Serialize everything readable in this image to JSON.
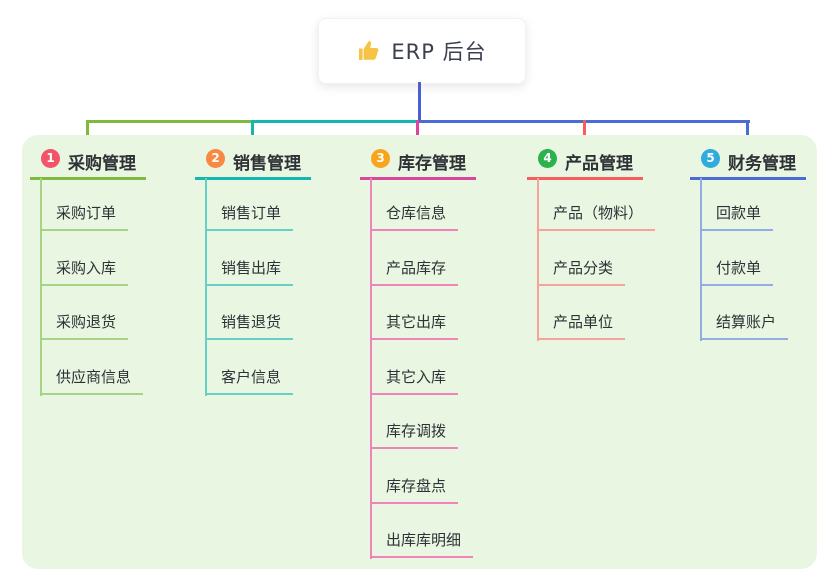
{
  "root": {
    "title": "ERP 后台",
    "icon": "thumbs-up-icon",
    "icon_color": "#f6c344"
  },
  "panel": {
    "background": "#e9f7e2"
  },
  "connectors": {
    "trunk_color": "#4a5fd4",
    "segment_colors": {
      "left_green": "#7fba40",
      "mid_teal": "#14b6af",
      "right_blue": "#4b6bd5"
    }
  },
  "columns": [
    {
      "num": "1",
      "title": "采购管理",
      "badge_color": "#f25568",
      "accent_color": "#7fba40",
      "light_color": "#a7d385",
      "items": [
        "采购订单",
        "采购入库",
        "采购退货",
        "供应商信息"
      ]
    },
    {
      "num": "2",
      "title": "销售管理",
      "badge_color": "#f98843",
      "accent_color": "#14b6af",
      "light_color": "#67d0c5",
      "items": [
        "销售订单",
        "销售出库",
        "销售退货",
        "客户信息"
      ]
    },
    {
      "num": "3",
      "title": "库存管理",
      "badge_color": "#f9a41d",
      "accent_color": "#d9479c",
      "light_color": "#ef84ba",
      "items": [
        "仓库信息",
        "产品库存",
        "其它出库",
        "其它入库",
        "库存调拨",
        "库存盘点",
        "出库库明细"
      ]
    },
    {
      "num": "4",
      "title": "产品管理",
      "badge_color": "#2bb24d",
      "accent_color": "#f75d5d",
      "light_color": "#f9a29b",
      "items": [
        "产品（物料）",
        "产品分类",
        "产品单位"
      ]
    },
    {
      "num": "5",
      "title": "财务管理",
      "badge_color": "#2eacdd",
      "accent_color": "#4b6bd5",
      "light_color": "#93ace6",
      "items": [
        "回款单",
        "付款单",
        "结算账户"
      ]
    }
  ]
}
